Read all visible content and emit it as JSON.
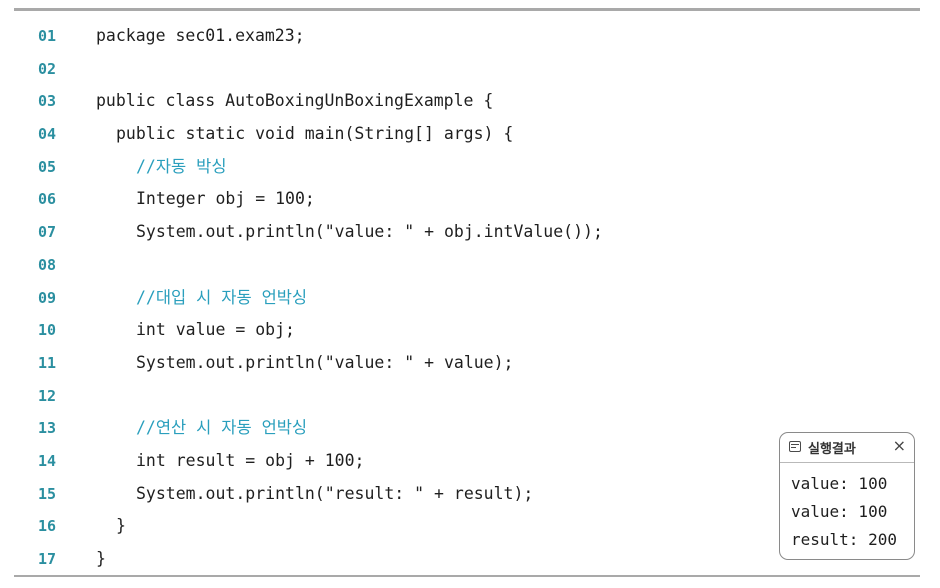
{
  "code": {
    "lines": [
      {
        "num": "01",
        "text": "package sec01.exam23;",
        "indent": 0,
        "comment": false
      },
      {
        "num": "02",
        "text": "",
        "indent": 0,
        "comment": false
      },
      {
        "num": "03",
        "text": "public class AutoBoxingUnBoxingExample {",
        "indent": 0,
        "comment": false
      },
      {
        "num": "04",
        "text": "public static void main(String[] args) {",
        "indent": 1,
        "comment": false
      },
      {
        "num": "05",
        "text": "//자동 박싱",
        "indent": 2,
        "comment": true
      },
      {
        "num": "06",
        "text": "Integer obj = 100;",
        "indent": 2,
        "comment": false
      },
      {
        "num": "07",
        "text": "System.out.println(\"value: \" + obj.intValue());",
        "indent": 2,
        "comment": false
      },
      {
        "num": "08",
        "text": "",
        "indent": 0,
        "comment": false
      },
      {
        "num": "09",
        "text": "//대입 시 자동 언박싱",
        "indent": 2,
        "comment": true
      },
      {
        "num": "10",
        "text": "int value = obj;",
        "indent": 2,
        "comment": false
      },
      {
        "num": "11",
        "text": "System.out.println(\"value: \" + value);",
        "indent": 2,
        "comment": false
      },
      {
        "num": "12",
        "text": "",
        "indent": 0,
        "comment": false
      },
      {
        "num": "13",
        "text": "//연산 시 자동 언박싱",
        "indent": 2,
        "comment": true
      },
      {
        "num": "14",
        "text": "int result = obj + 100;",
        "indent": 2,
        "comment": false
      },
      {
        "num": "15",
        "text": "System.out.println(\"result: \" + result);",
        "indent": 2,
        "comment": false
      },
      {
        "num": "16",
        "text": "}",
        "indent": 1,
        "comment": false
      },
      {
        "num": "17",
        "text": "}",
        "indent": 0,
        "comment": false
      }
    ]
  },
  "result_panel": {
    "title": "실행결과",
    "close_glyph": "×",
    "lines": [
      "value: 100",
      "value: 100",
      "result: 200"
    ]
  },
  "colors": {
    "line_number": "#2b8fa0",
    "comment": "#2a9fbd",
    "code_text": "#1f1f1f",
    "rule": "#a9a9a9"
  }
}
